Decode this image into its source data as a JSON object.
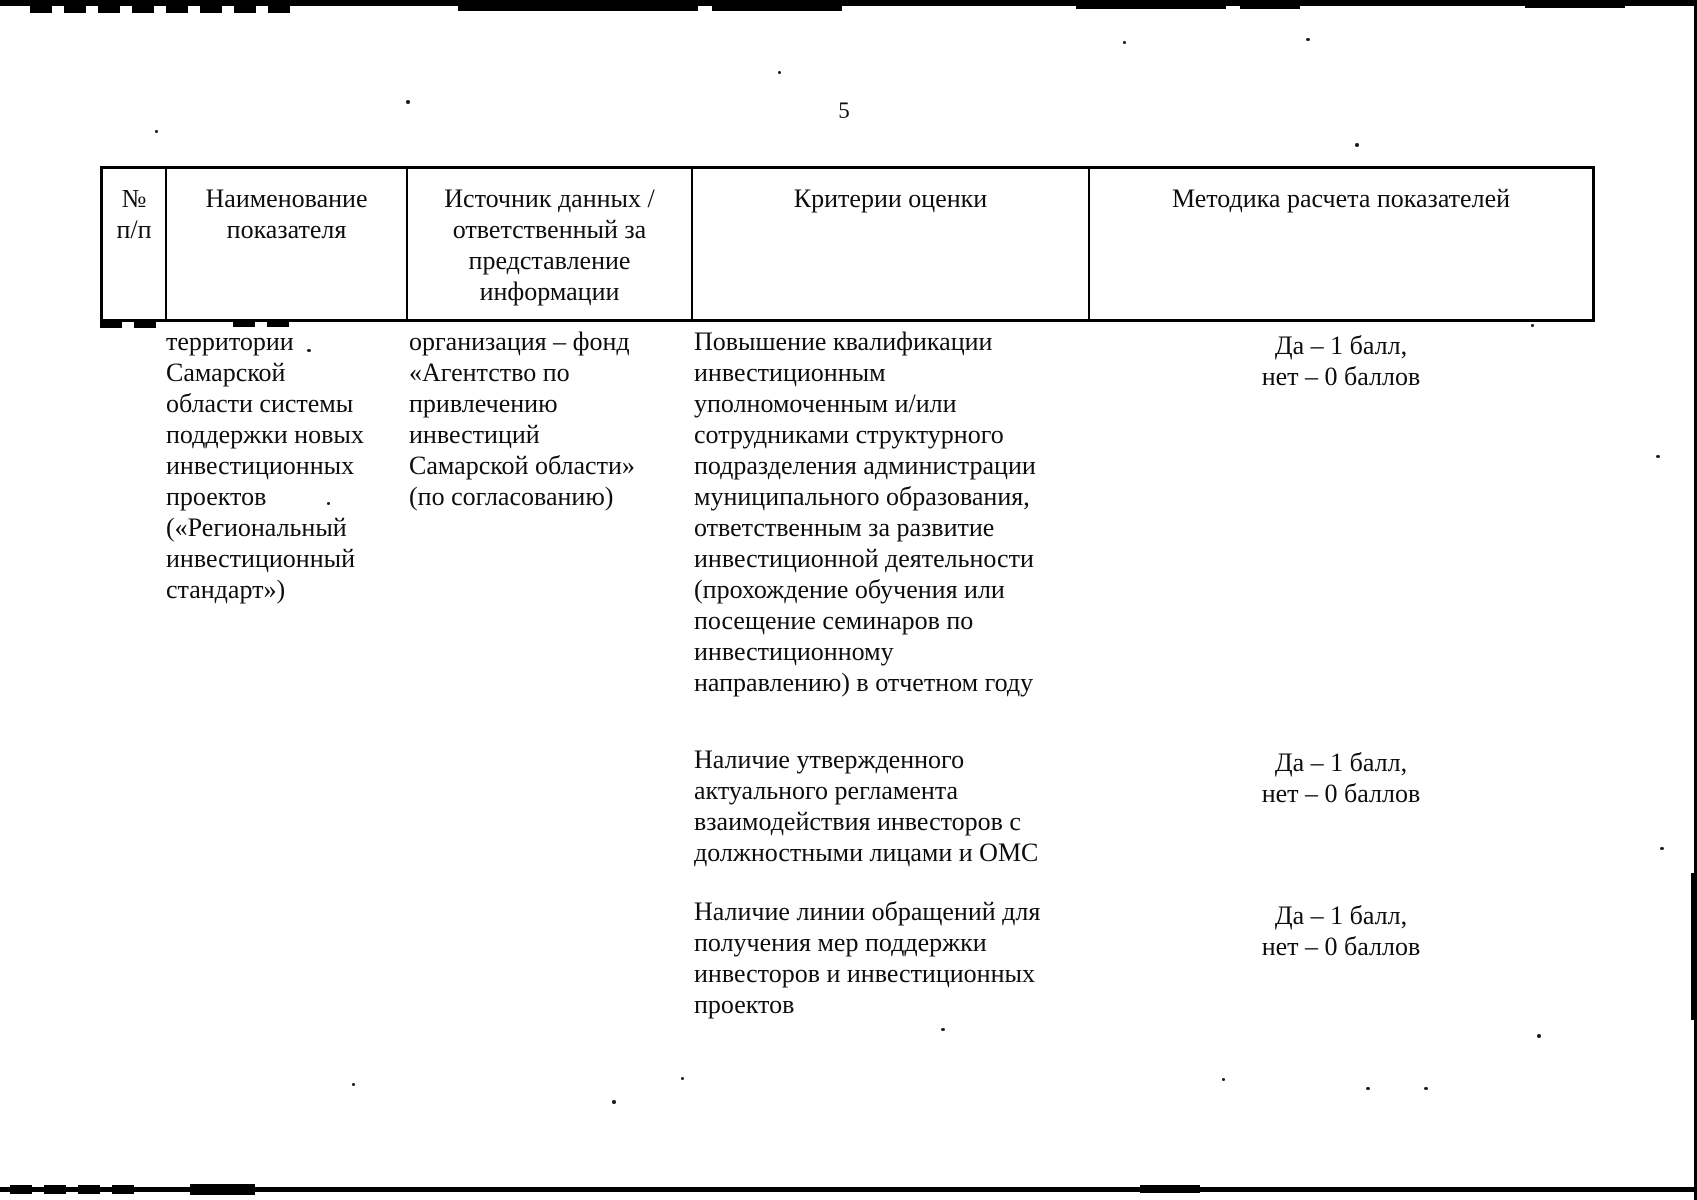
{
  "page": {
    "number": "5"
  },
  "table": {
    "headers": {
      "col1": "№\nп/п",
      "col2": "Наименование\nпоказателя",
      "col3": "Источник данных /\nответственный за\nпредставление\nинформации",
      "col4": "Критерии оценки",
      "col5": "Методика расчета показателей"
    },
    "row": {
      "name": "территории\nСамарской\nобласти системы\nподдержки новых\nинвестиционных\nпроектов\n(«Региональный\nинвестиционный\nстандарт»)",
      "source": "организация – фонд\n«Агентство по\nпривлечению\nинвестиций\nСамарской области»\n(по согласованию)",
      "criteria": [
        {
          "text": "Повышение квалификации\nинвестиционным\nуполномоченным и/или\nсотрудниками структурного\nподразделения администрации\nмуниципального образования,\nответственным за развитие\nинвестиционной деятельности\n(прохождение обучения или\nпосещение семинаров по\nинвестиционному\nнаправлению) в отчетном году",
          "method": "Да – 1 балл,\nнет – 0 баллов"
        },
        {
          "text": "Наличие утвержденного\nактуального регламента\nвзаимодействия инвесторов с\nдолжностными лицами и ОМС",
          "method": "Да – 1 балл,\nнет – 0 баллов"
        },
        {
          "text": "Наличие линии обращений для\nполучения мер поддержки\nинвесторов и инвестиционных\nпроектов",
          "method": "Да – 1 балл,\nнет – 0 баллов"
        }
      ]
    }
  }
}
